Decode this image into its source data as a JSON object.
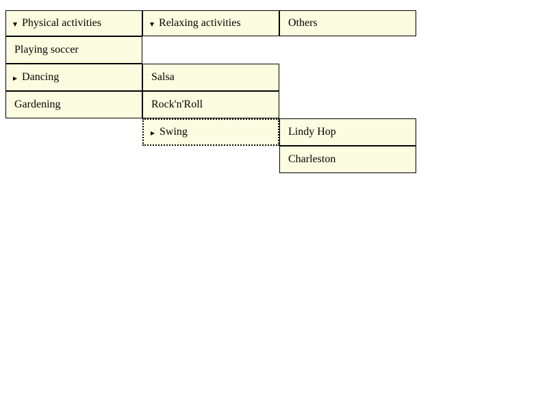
{
  "icons": {
    "expanded": "▾",
    "collapsed": "▸"
  },
  "colors": {
    "cell_background": "#fcfce0",
    "border": "#000000",
    "text": "#000000",
    "page_background": "#ffffff",
    "focus_outline": "#000000 dotted"
  },
  "tree": {
    "physical": {
      "label": "Physical activities",
      "state": "expanded"
    },
    "physical_children": {
      "soccer": {
        "label": "Playing soccer",
        "state": "leaf"
      },
      "dancing": {
        "label": "Dancing",
        "state": "collapsed"
      },
      "gardening": {
        "label": "Gardening",
        "state": "leaf"
      }
    },
    "relaxing": {
      "label": "Relaxing activities",
      "state": "expanded"
    },
    "relaxing_children": {
      "salsa": {
        "label": "Salsa",
        "state": "leaf"
      },
      "rocknroll": {
        "label": "Rock'n'Roll",
        "state": "leaf"
      },
      "swing": {
        "label": "Swing",
        "state": "collapsed",
        "focused": true
      }
    },
    "others": {
      "label": "Others",
      "state": "leaf"
    },
    "swing_children": {
      "lindyhop": {
        "label": "Lindy Hop",
        "state": "leaf"
      },
      "charleston": {
        "label": "Charleston",
        "state": "leaf"
      }
    }
  }
}
